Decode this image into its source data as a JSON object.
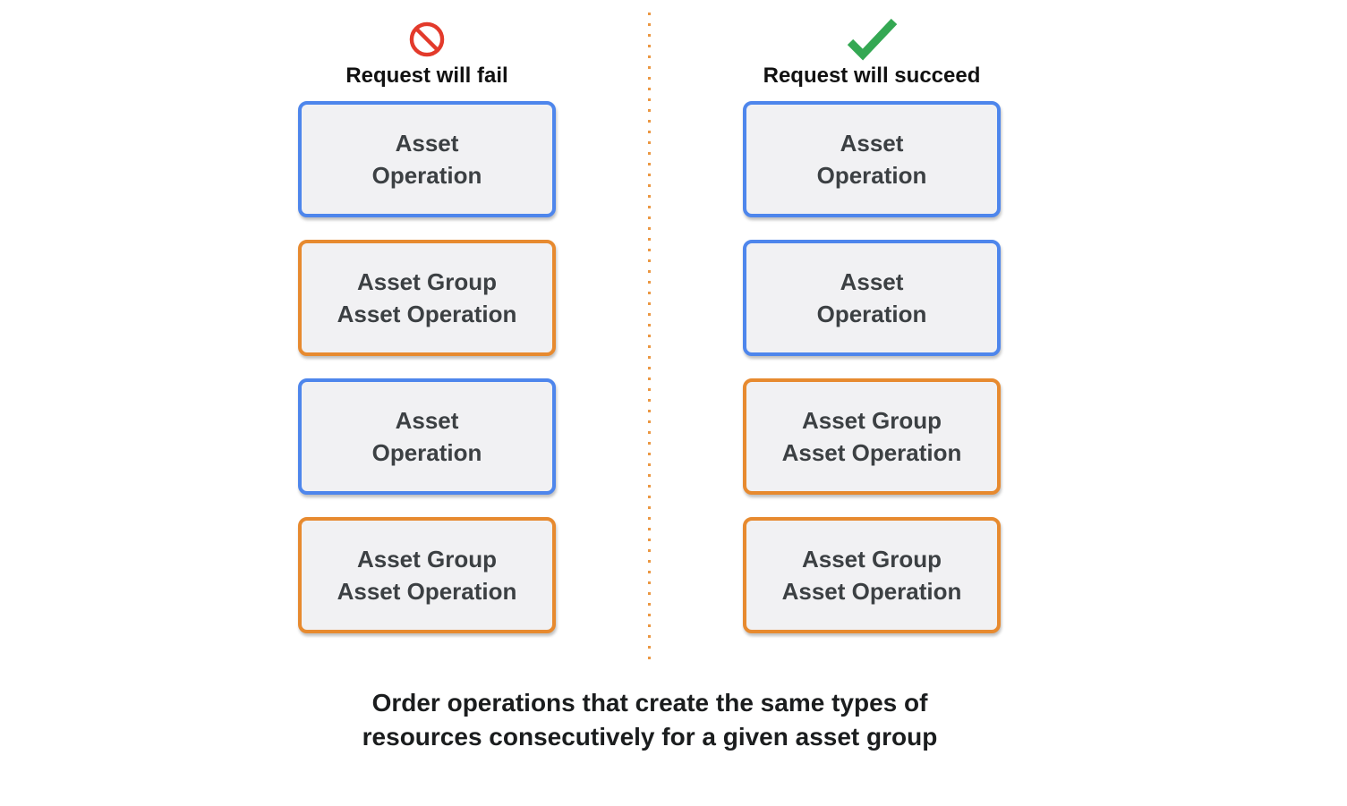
{
  "columns": [
    {
      "title": "Request will fail",
      "icon": "prohibition-icon",
      "boxes": [
        {
          "type": "asset-operation",
          "lines": [
            "Asset",
            "Operation"
          ]
        },
        {
          "type": "asset-group-asset-operation",
          "lines": [
            "Asset Group",
            "Asset Operation"
          ]
        },
        {
          "type": "asset-operation",
          "lines": [
            "Asset",
            "Operation"
          ]
        },
        {
          "type": "asset-group-asset-operation",
          "lines": [
            "Asset Group",
            "Asset Operation"
          ]
        }
      ]
    },
    {
      "title": "Request will succeed",
      "icon": "checkmark-icon",
      "boxes": [
        {
          "type": "asset-operation",
          "lines": [
            "Asset",
            "Operation"
          ]
        },
        {
          "type": "asset-operation",
          "lines": [
            "Asset",
            "Operation"
          ]
        },
        {
          "type": "asset-group-asset-operation",
          "lines": [
            "Asset Group",
            "Asset Operation"
          ]
        },
        {
          "type": "asset-group-asset-operation",
          "lines": [
            "Asset Group",
            "Asset Operation"
          ]
        }
      ]
    }
  ],
  "caption": {
    "lines": [
      "Order operations that create the same types of",
      "resources consecutively for a given asset group"
    ]
  },
  "colors": {
    "asset_operation_border_blue": "#4e86ec",
    "asset_group_border_orange": "#e78a2f",
    "box_fill": "#f1f1f3",
    "box_text": "#3c4043",
    "fail_icon_red": "#e33a2b",
    "success_icon_green": "#34a853",
    "divider_orange": "#eb9742",
    "heading_text": "#111111"
  }
}
